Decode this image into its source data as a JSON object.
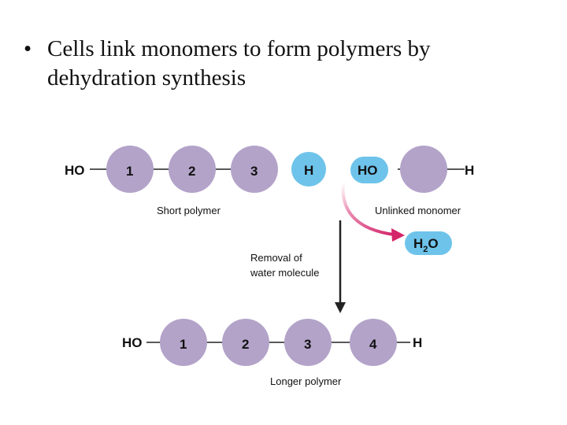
{
  "slide": {
    "bullet": "•",
    "text": "Cells link monomers to form polymers by dehydration synthesis"
  },
  "diagram": {
    "top_row": {
      "left_group": "HO",
      "monomers": [
        "1",
        "2",
        "3"
      ],
      "right_group": "H",
      "label": "Short polymer"
    },
    "unlinked_monomer": {
      "left_group": "HO",
      "right_group": "H",
      "label": "Unlinked monomer"
    },
    "water": {
      "text_h": "H",
      "text_sub": "2",
      "text_o": "O"
    },
    "reaction_label_line1": "Removal of",
    "reaction_label_line2": "water molecule",
    "bottom_row": {
      "left_group": "HO",
      "monomers": [
        "1",
        "2",
        "3",
        "4"
      ],
      "right_group": "H",
      "label": "Longer polymer"
    }
  },
  "colors": {
    "monomer_fill": "#b3a3c9",
    "end_fill": "#6ec3ea",
    "curve_arrow": "#d4246a",
    "line": "#222222"
  }
}
